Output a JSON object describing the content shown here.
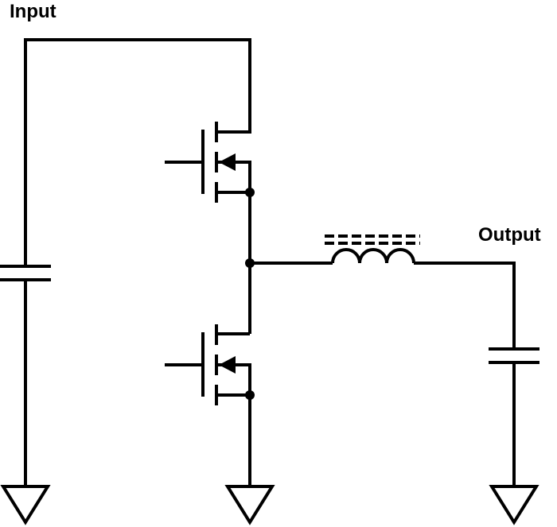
{
  "labels": {
    "input": "Input",
    "output": "Output"
  },
  "components": {
    "input_capacitor": "capacitor",
    "high_side_switch": "n-channel-mosfet",
    "low_side_switch": "n-channel-mosfet",
    "inductor": "inductor-with-core",
    "output_capacitor": "capacitor",
    "ground_symbols": [
      "ground-icon",
      "ground-icon",
      "ground-icon"
    ]
  },
  "colors": {
    "line": "#000000",
    "background": "#ffffff"
  }
}
